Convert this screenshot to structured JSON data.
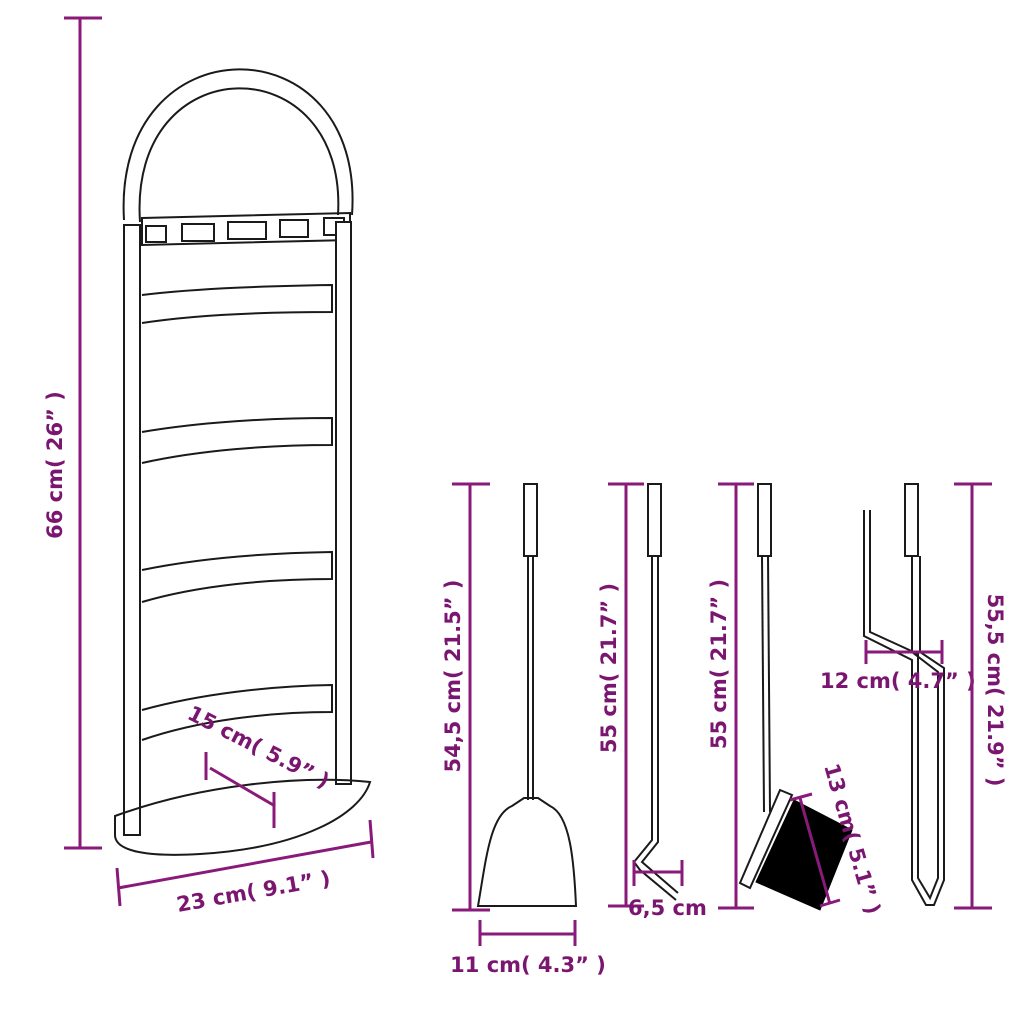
{
  "colors": {
    "dimension": "#8a1a7a",
    "dimension_text": "#7a1570",
    "ink": "#1a1a1a",
    "brush": "#000000",
    "background": "#ffffff"
  },
  "labels": {
    "stand_height": "66 cm( 26” )",
    "stand_depth": "15 cm( 5.9” )",
    "stand_width": "23 cm( 9.1” )",
    "shovel_height": "54,5 cm( 21.5” )",
    "shovel_width": "11 cm( 4.3” )",
    "poker_height": "55 cm( 21.7” )",
    "poker_hook": "6,5 cm",
    "brush_height": "55 cm( 21.7” )",
    "brush_width": "13 cm( 5.1” )",
    "tongs_width": "12 cm( 4.7” )",
    "tongs_height": "55,5 cm( 21.9” )"
  }
}
